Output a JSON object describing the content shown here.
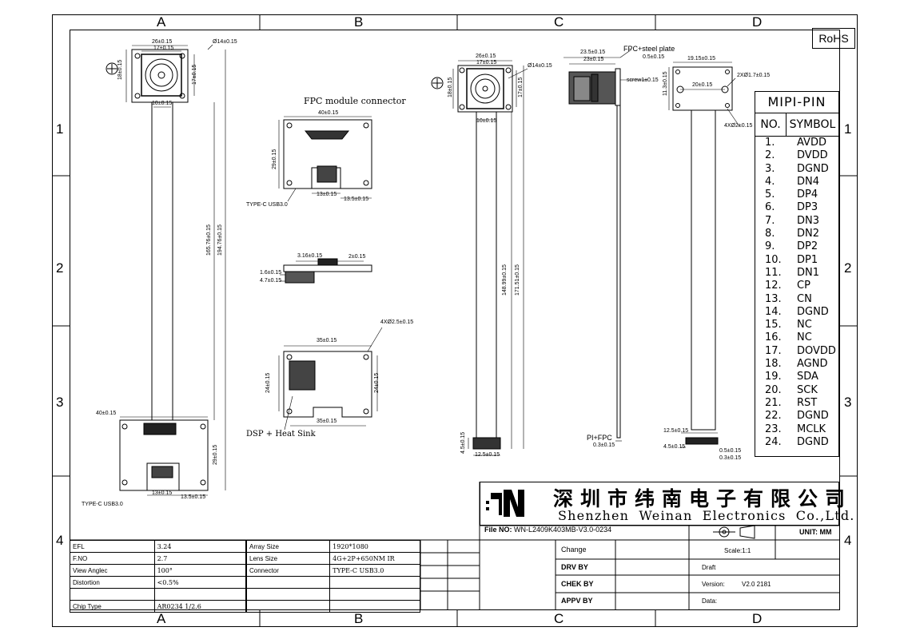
{
  "zones": {
    "columns": [
      "A",
      "B",
      "C",
      "D"
    ],
    "rows": [
      "1",
      "2",
      "3",
      "4"
    ]
  },
  "rohs": "RoHS",
  "view_a": {
    "dim_top_outer": "26±0.15",
    "dim_top_inner": "17±0.15",
    "dim_hole": "Ø14±0.15",
    "dim_side_left": "18±0.15",
    "dim_side_right": "17±0.15",
    "dim_flex_width": "10±0.15",
    "dim_length_inner": "165.76±0.15",
    "dim_length_outer": "194.76±0.15",
    "dim_board_width": "40±0.15",
    "dim_board_height": "29±0.15",
    "dim_conn_width": "13±0.15",
    "dim_conn_offset": "13.5±0.15",
    "conn_label": "TYPE-C USB3.0"
  },
  "view_b_top": {
    "title": "FPC module connector",
    "dim_width": "40±0.15",
    "dim_height": "29±0.15",
    "dim_conn_width": "13±0.15",
    "dim_conn_offset": "13.5±0.15",
    "conn_label": "TYPE-C USB3.0"
  },
  "view_b_side": {
    "dim_a": "3.16±0.15",
    "dim_b": "2±0.15",
    "dim_c": "1.6±0.15",
    "dim_d": "4.7±0.15"
  },
  "view_b_bottom": {
    "dim_width": "35±0.15",
    "dim_holes": "4XØ2.5±0.15",
    "dim_left": "24±0.15",
    "dim_right": "24±0.15",
    "dim_bottom": "35±0.15",
    "label": "DSP + Heat Sink"
  },
  "view_c": {
    "dim_top_outer": "26±0.15",
    "dim_top_inner": "17±0.15",
    "dim_hole": "Ø14±0.15",
    "dim_side_left": "18±0.15",
    "dim_side_right": "17±0.15",
    "dim_flex_width": "10±0.15",
    "dim_length_inner": "148.99±0.15",
    "dim_length_outer": "171.51±0.15",
    "dim_end_height": "4.5±0.15",
    "dim_end_width": "12.5±0.15"
  },
  "view_d": {
    "label_top": "FPC+steel plate",
    "dim_a": "23.5±0.15",
    "dim_b": "23±0.15",
    "dim_c": "0.5±0.15",
    "dim_d": "19.15±0.15",
    "dim_holes": "2XØ1.7±0.15",
    "dim_pitch": "20±0.15",
    "dim_height": "11.3±0.15",
    "label_screw": "screw1±0.15",
    "dim_corner": "4XØ2±0.15",
    "label_pi": "PI+FPC",
    "dim_pi": "0.3±0.15",
    "dim_end_width": "12.5±0.15",
    "dim_end_height": "4.5±0.15",
    "dim_end_a": "0.5±0.15",
    "dim_end_b": "0.3±0.15"
  },
  "pin_table": {
    "title": "MIPI-PIN",
    "col_no": "NO.",
    "col_symbol": "SYMBOL",
    "rows": [
      {
        "n": "1.",
        "s": "AVDD"
      },
      {
        "n": "2.",
        "s": "DVDD"
      },
      {
        "n": "3.",
        "s": "DGND"
      },
      {
        "n": "4.",
        "s": "DN4"
      },
      {
        "n": "5.",
        "s": "DP4"
      },
      {
        "n": "6.",
        "s": "DP3"
      },
      {
        "n": "7.",
        "s": "DN3"
      },
      {
        "n": "8.",
        "s": "DN2"
      },
      {
        "n": "9.",
        "s": "DP2"
      },
      {
        "n": "10.",
        "s": "DP1"
      },
      {
        "n": "11.",
        "s": "DN1"
      },
      {
        "n": "12.",
        "s": "CP"
      },
      {
        "n": "13.",
        "s": "CN"
      },
      {
        "n": "14.",
        "s": "DGND"
      },
      {
        "n": "15.",
        "s": "NC"
      },
      {
        "n": "16.",
        "s": "NC"
      },
      {
        "n": "17.",
        "s": "DOVDD"
      },
      {
        "n": "18.",
        "s": "AGND"
      },
      {
        "n": "19.",
        "s": "SDA"
      },
      {
        "n": "20.",
        "s": "SCK"
      },
      {
        "n": "21.",
        "s": "RST"
      },
      {
        "n": "22.",
        "s": "DGND"
      },
      {
        "n": "23.",
        "s": "MCLK"
      },
      {
        "n": "24.",
        "s": "DGND"
      }
    ]
  },
  "title_block": {
    "company_cn": "深圳市纬南电子有限公司",
    "company_en": "Shenzhen Weinan Electronics Co.,Ltd.",
    "file_no_label": "File NO:",
    "file_no": "WN-L2409K403MB-V3.0-0234",
    "unit": "UNIT: MM",
    "scale": "Scale:1:1",
    "change": "Change",
    "drv_by": "DRV BY",
    "draft": "Draft",
    "chek_by": "CHEK BY",
    "version_label": "Version:",
    "version": "V2.0 2181",
    "appv_by": "APPV BY",
    "date_label": "Data:"
  },
  "params": {
    "left": [
      {
        "k": "EFL",
        "v": "3.24"
      },
      {
        "k": "F.NO",
        "v": "2.7"
      },
      {
        "k": "View Anglec",
        "v": "100°"
      },
      {
        "k": "Distortion",
        "v": "<0.5%"
      },
      {
        "k": "",
        "v": ""
      },
      {
        "k": "Chip Type",
        "v": "AR0234 1/2.6"
      }
    ],
    "right": [
      {
        "k": "Array Size",
        "v": "1920*1080"
      },
      {
        "k": "Lens Size",
        "v": "4G+2P+650NM IR"
      },
      {
        "k": "Connector",
        "v": "TYPE-C USB3.0"
      },
      {
        "k": "",
        "v": ""
      },
      {
        "k": "",
        "v": ""
      },
      {
        "k": "",
        "v": ""
      }
    ]
  }
}
